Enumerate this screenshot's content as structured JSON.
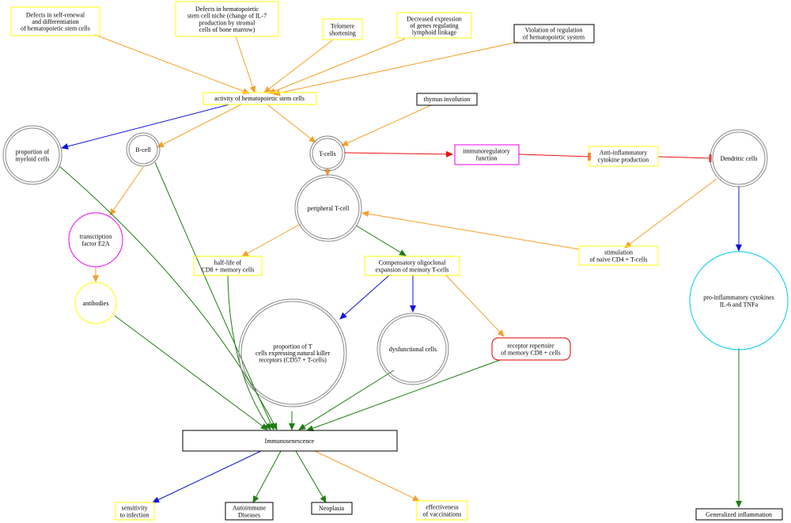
{
  "colors": {
    "yellow": "#ffff00",
    "black": "#000000",
    "magenta": "#ee00ee",
    "red": "#dd0000",
    "cyan": "#00ccee",
    "gray": "#888888",
    "orange": "#f5a02a",
    "green": "#1e7d12",
    "blue": "#1010e0",
    "redline": "#ee1010"
  },
  "nodes": {
    "self_renewal": [
      "Defects in self-renewal",
      "and differentiation",
      "of hematopoietic stem cells"
    ],
    "stem_niche": [
      "Defects in hematopoietic",
      "stem cell niche (change of IL-7",
      "production by stromal",
      "cells of bone marrow)"
    ],
    "telomere": [
      "Telomere",
      "shortening"
    ],
    "decreased_expression": [
      "Decreased expression",
      "of genes regulating",
      "lymphoid linkage"
    ],
    "violation": [
      "Violation of regulation",
      "of hematopoietic system"
    ],
    "hsc_activity": [
      "activity of hematopoietic stem cells"
    ],
    "thymus": [
      "thymus involution"
    ],
    "myeloid": [
      "proportion of",
      "myeloid cells"
    ],
    "bcell": [
      "B-cell"
    ],
    "tcells": [
      "T-cells"
    ],
    "immunoregulatory": [
      "immunoregulatory",
      "function"
    ],
    "antiinflammatory": [
      "Anti-inflammatory",
      "cytokine production"
    ],
    "dendritic": [
      "Dendritic cells"
    ],
    "peripheral": [
      "peripheral T-cell"
    ],
    "e2a": [
      "transcription",
      "factor E2A"
    ],
    "halflife": [
      "half-life of",
      "CD8 + memory cells"
    ],
    "compensatory": [
      "Compensatory oligoclonal",
      "expansion of memory T-cells"
    ],
    "stimulation": [
      "stimulation",
      "of naive CD4 + T-cells"
    ],
    "antibodies": [
      "antibodies"
    ],
    "cd57": [
      "proportion of T",
      "cells expressing natural killer",
      "receptors (CD57 + T-cells)"
    ],
    "dysfunctional": [
      "dysfunctional cells"
    ],
    "repertoire": [
      "receptor repertoire",
      "of memory CD8 + cells"
    ],
    "proinflammatory": [
      "pro-inflammatory cytokines",
      "IL-6 and TNFa"
    ],
    "immunosenescence": [
      "Immunosenescence"
    ],
    "infection": [
      "sensitivity",
      "to infection"
    ],
    "autoimmune": [
      "Autoimmune",
      "Diseases"
    ],
    "neoplasia": [
      "Neoplasia"
    ],
    "vaccinations": [
      "effectiveness",
      "of vaccinations"
    ],
    "generalized": [
      "Generalized inflammation"
    ]
  }
}
